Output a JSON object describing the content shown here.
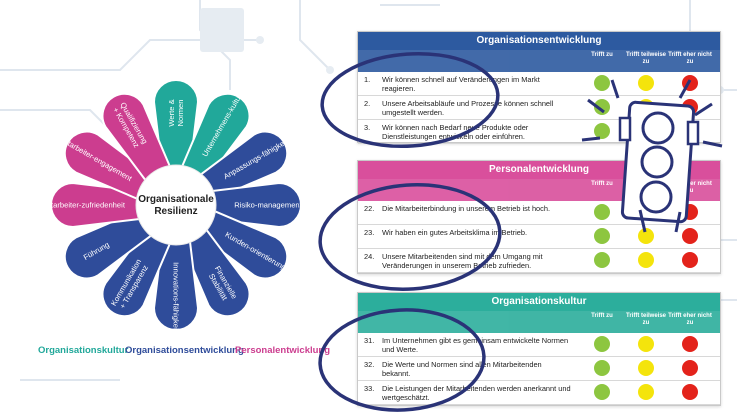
{
  "colors": {
    "teal": "#21a89a",
    "navy": "#2f4c9a",
    "magenta": "#cc3d8f",
    "blue_header": "#2d5aa0",
    "pink_header": "#d94f9c",
    "teal_header": "#2cae9c",
    "green": "#8dc640",
    "yellow": "#f4e40c",
    "red": "#e3231b"
  },
  "flower": {
    "center": "Organisationale Resilienz",
    "petals": [
      {
        "label": "Werte & Normen",
        "group": "teal"
      },
      {
        "label": "Unternehmens-kultur",
        "group": "teal"
      },
      {
        "label": "Anpassungs-fähigkeit",
        "group": "navy"
      },
      {
        "label": "Risiko-management",
        "group": "navy"
      },
      {
        "label": "Kunden-orientierung",
        "group": "navy"
      },
      {
        "label": "Finanzielle Stabilität",
        "group": "navy"
      },
      {
        "label": "Innovations-fähigkeit",
        "group": "navy"
      },
      {
        "label": "Kommunikation + Transparenz",
        "group": "navy"
      },
      {
        "label": "Führung",
        "group": "navy"
      },
      {
        "label": "Mitarbeiter-zufriedenheit",
        "group": "magenta"
      },
      {
        "label": "Mitarbeiter-engagement",
        "group": "magenta"
      },
      {
        "label": "Qualifizierung + Kompetenz",
        "group": "magenta"
      }
    ]
  },
  "legend": {
    "organisationskultur": "Organisationskultur",
    "organisationsentwicklung": "Organisationsentwicklung",
    "personalentwicklung": "Personalentwicklung"
  },
  "panels": {
    "oe": {
      "title": "Organisationsentwicklung",
      "col1": "Trifft zu",
      "col2": "Trifft teilweise zu",
      "col3": "Trifft eher nicht zu",
      "rows": [
        {
          "num": "1.",
          "text": "Wir können schnell auf Veränderungen im Markt reagieren."
        },
        {
          "num": "2.",
          "text": "Unsere Arbeitsabläufe und Prozesse können schnell umgestellt werden."
        },
        {
          "num": "3.",
          "text": "Wir können nach Bedarf neue Produkte oder Dienstleistungen entwickeln oder einführen."
        }
      ]
    },
    "pe": {
      "title": "Personalentwicklung",
      "col1": "Trifft zu",
      "col2": "Trifft teilweise zu",
      "col3": "Trifft eher nicht zu",
      "rows": [
        {
          "num": "22.",
          "text": "Die Mitarbeiterbindung in unserem Betrieb ist hoch."
        },
        {
          "num": "23.",
          "text": "Wir haben ein gutes Arbeitsklima im Betrieb."
        },
        {
          "num": "24.",
          "text": "Unsere Mitarbeitenden sind mit dem Umgang mit Veränderungen in unserem Betrieb zufrieden."
        }
      ]
    },
    "ok": {
      "title": "Organisationskultur",
      "col1": "Trifft zu",
      "col2": "Trifft teilweise zu",
      "col3": "Trifft eher nicht zu",
      "rows": [
        {
          "num": "31.",
          "text": "Im Unternehmen gibt es gemeinsam entwickelte Normen und Werte."
        },
        {
          "num": "32.",
          "text": "Die Werte und Normen sind allen Mitarbeitenden bekannt."
        },
        {
          "num": "33.",
          "text": "Die Leistungen der Mitarbeitenden werden anerkannt und wertgeschätzt."
        }
      ]
    }
  }
}
